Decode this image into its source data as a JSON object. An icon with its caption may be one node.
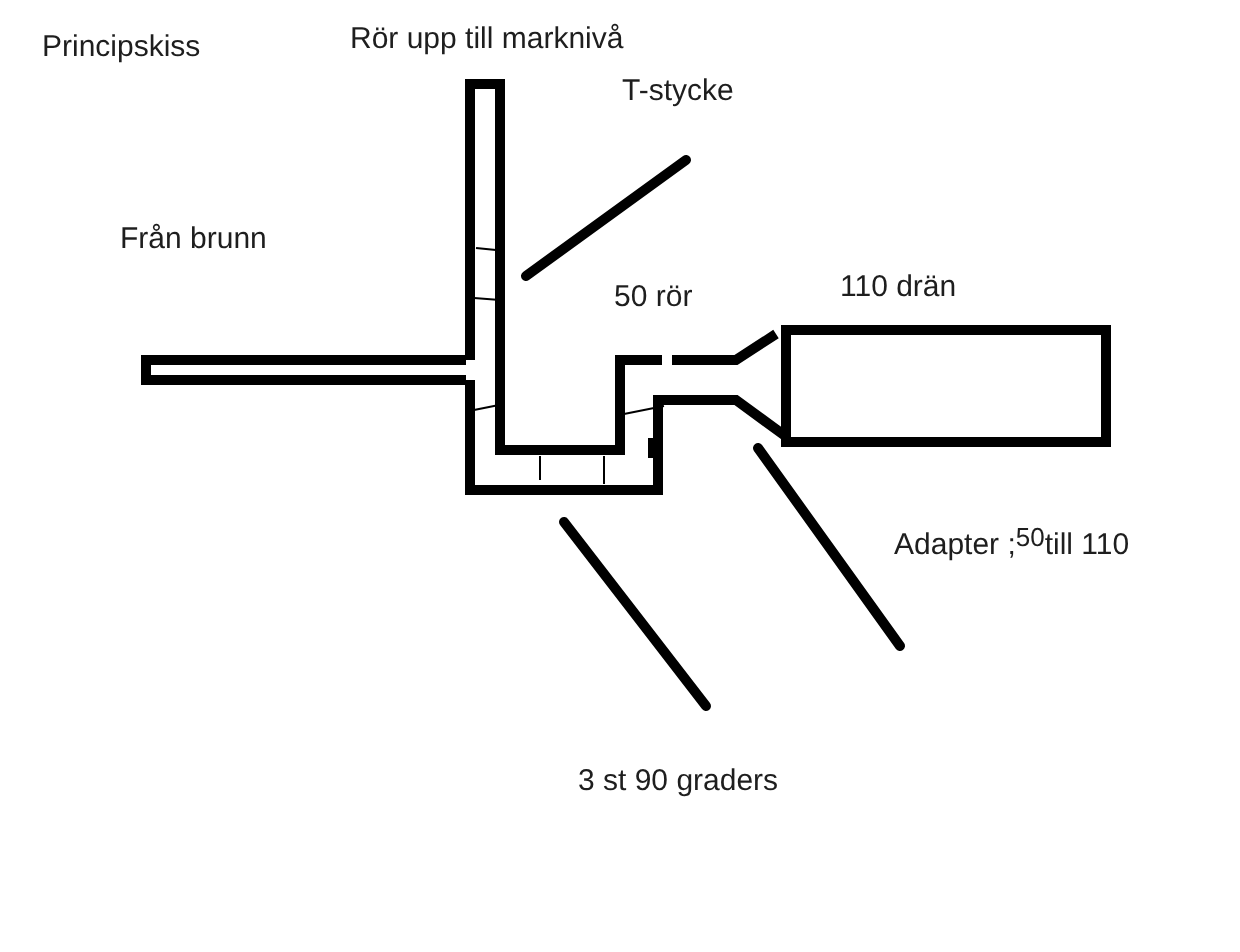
{
  "diagram": {
    "title": "Principskiss",
    "nodes": [
      {
        "text": [
          "T-stycke"
        ]
      },
      {
        "text": [
          "Adapter ;$^{50}$till 110"
        ]
      },
      {
        "text": [
          "3 st 90 graders"
        ]
      }
    ],
    "edges": [
      {
        "from": 0,
        "to": null,
        "arrow": "none"
      },
      {
        "from": 1,
        "to": null,
        "arrow": "none"
      },
      {
        "from": 2,
        "to": null,
        "arrow": "none"
      }
    ],
    "labels": [
      "Rör upp till marknivå",
      "Från brunn",
      "50 rör",
      "110 drän"
    ]
  }
}
